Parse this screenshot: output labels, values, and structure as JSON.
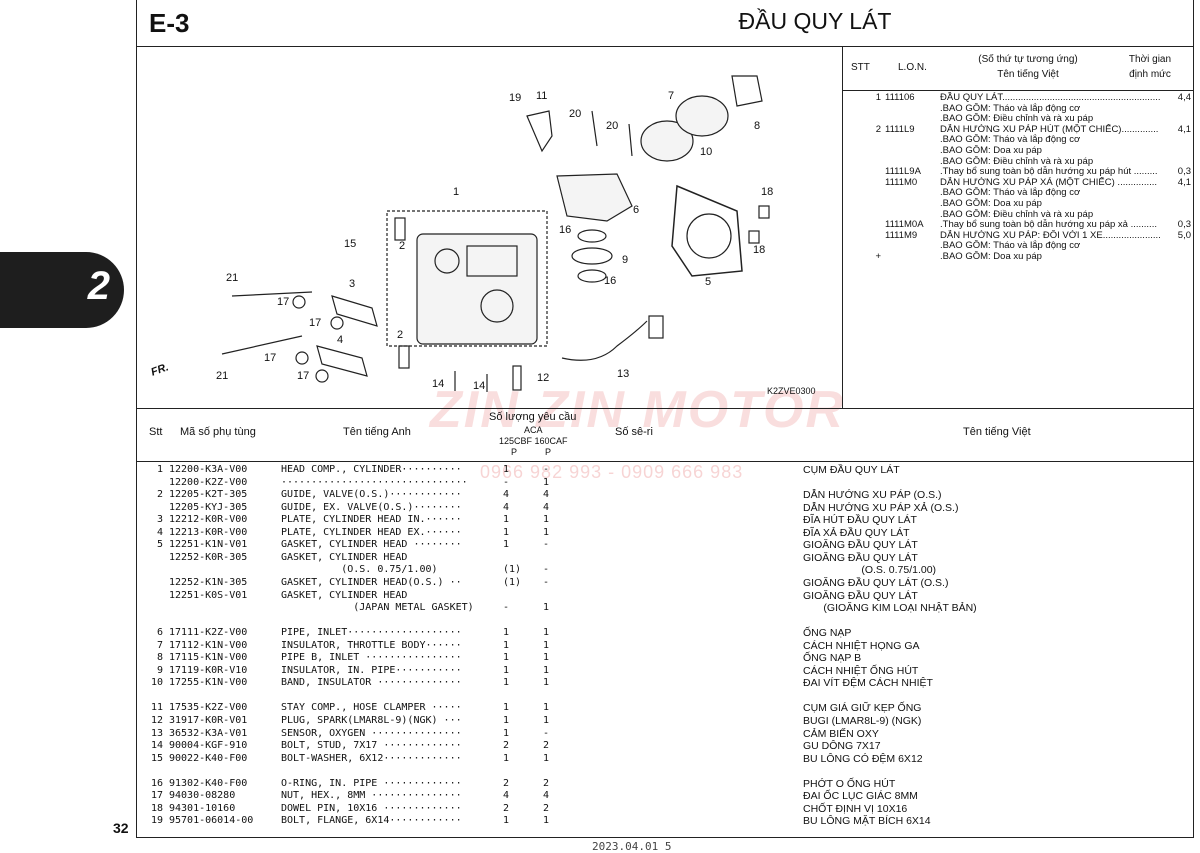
{
  "header": {
    "code": "E-3",
    "title": "ĐẦU QUY LÁT"
  },
  "chapter": "2",
  "page_number": "32",
  "footer": "2023.04.01          5",
  "watermark": {
    "brand": "ZIN ZIN MOTOR",
    "phone": "0966 982 993 - 0909 666 983"
  },
  "diagram": {
    "code": "K2ZVE0300",
    "fr": "FR.",
    "labels": [
      "19",
      "11",
      "20",
      "20",
      "7",
      "8",
      "10",
      "1",
      "6",
      "2",
      "15",
      "18",
      "16",
      "9",
      "18",
      "16",
      "5",
      "21",
      "3",
      "17",
      "17",
      "2",
      "4",
      "17",
      "21",
      "14",
      "14",
      "12",
      "13",
      "17"
    ]
  },
  "operations": {
    "headers": {
      "stt": "STT",
      "lon": "L.O.N.",
      "desc1": "(Số thứ tự tương ứng)",
      "desc2": "Tên tiếng Việt",
      "time1": "Thời gian",
      "time2": "định mức"
    },
    "rows": [
      {
        "stt": "1",
        "lon": "111106",
        "desc": "ĐẦU QUY LÁT............................................................",
        "time": "4,4"
      },
      {
        "stt": "",
        "lon": "",
        "desc": ".BAO GỒM: Tháo và lắp động cơ",
        "time": ""
      },
      {
        "stt": "",
        "lon": "",
        "desc": ".BAO GỒM: Điều chỉnh và rà xu páp",
        "time": ""
      },
      {
        "stt": "2",
        "lon": "1111L9",
        "desc": "DẪN HƯỚNG XU PÁP HÚT (MỘT CHIẾC)..............",
        "time": "4,1"
      },
      {
        "stt": "",
        "lon": "",
        "desc": ".BAO GỒM: Tháo và lắp động cơ",
        "time": ""
      },
      {
        "stt": "",
        "lon": "",
        "desc": ".BAO GỒM: Doa xu páp",
        "time": ""
      },
      {
        "stt": "",
        "lon": "",
        "desc": ".BAO GỒM: Điều chỉnh và rà xu páp",
        "time": ""
      },
      {
        "stt": "",
        "lon": "1111L9A",
        "desc": ".Thay bổ sung toàn bộ dẫn hướng xu páp hút .........",
        "time": "0,3"
      },
      {
        "stt": "",
        "lon": "1111M0",
        "desc": "DẪN HƯỚNG XU PÁP XẢ (MỘT CHIẾC) ...............",
        "time": "4,1"
      },
      {
        "stt": "",
        "lon": "",
        "desc": ".BAO GỒM: Tháo và lắp động cơ",
        "time": ""
      },
      {
        "stt": "",
        "lon": "",
        "desc": ".BAO GỒM: Doa xu páp",
        "time": ""
      },
      {
        "stt": "",
        "lon": "",
        "desc": ".BAO GỒM: Điều chỉnh và rà xu páp",
        "time": ""
      },
      {
        "stt": "",
        "lon": "1111M0A",
        "desc": ".Thay bổ sung toàn bộ dẫn hướng xu páp xả ..........",
        "time": "0,3"
      },
      {
        "stt": "",
        "lon": "1111M9",
        "desc": "DẪN HƯỚNG XU PÁP: ĐÔI VỚI 1 XE.......................",
        "time": "5,0"
      },
      {
        "stt": "",
        "lon": "",
        "desc": ".BAO GỒM: Tháo và lắp động cơ",
        "time": ""
      },
      {
        "stt": "+",
        "lon": "",
        "desc": ".BAO GỒM: Doa xu páp",
        "time": ""
      }
    ]
  },
  "parts_table": {
    "headers": {
      "stt": "Stt",
      "part_no": "Mã số phụ tùng",
      "en": "Tên tiếng Anh",
      "qty": "Số lượng yêu cầu",
      "model1": "ACA",
      "model2": "125CBF 160CAF",
      "p1": "P",
      "p2": "P",
      "serial": "Số sê-ri",
      "vn": "Tên tiếng Việt"
    },
    "rows": [
      {
        "stt": "1",
        "pn": "12200-K3A-V00",
        "en": "HEAD COMP., CYLINDER··········",
        "q1": "1",
        "q2": "-",
        "vn": "CỤM ĐẦU QUY LÁT"
      },
      {
        "stt": "",
        "pn": "12200-K2Z-V00",
        "en": "·······························",
        "q1": "-",
        "q2": "1",
        "vn": ""
      },
      {
        "stt": "2",
        "pn": "12205-K2T-305",
        "en": "GUIDE, VALVE(O.S.)············",
        "q1": "4",
        "q2": "4",
        "vn": "DẪN HƯỚNG XU PÁP (O.S.)"
      },
      {
        "stt": "",
        "pn": "12205-KYJ-305",
        "en": "GUIDE, EX. VALVE(O.S.)········",
        "q1": "4",
        "q2": "4",
        "vn": "DẪN HƯỚNG XU PÁP XẢ (O.S.)"
      },
      {
        "stt": "3",
        "pn": "12212-K0R-V00",
        "en": "PLATE, CYLINDER HEAD IN.······",
        "q1": "1",
        "q2": "1",
        "vn": "ĐĨA HÚT ĐẦU QUY LÁT"
      },
      {
        "stt": "4",
        "pn": "12213-K0R-V00",
        "en": "PLATE, CYLINDER HEAD EX.······",
        "q1": "1",
        "q2": "1",
        "vn": "ĐĨA XẢ ĐẦU QUY LÁT"
      },
      {
        "stt": "5",
        "pn": "12251-K1N-V01",
        "en": "GASKET, CYLINDER HEAD ········",
        "q1": "1",
        "q2": "-",
        "vn": "GIOĂNG ĐẦU QUY LÁT"
      },
      {
        "stt": "",
        "pn": "12252-K0R-305",
        "en": "GASKET, CYLINDER HEAD",
        "q1": "",
        "q2": "",
        "vn": "GIOĂNG ĐẦU QUY LÁT"
      },
      {
        "stt": "",
        "pn": "",
        "en": "          (O.S. 0.75/1.00)",
        "q1": "(1)",
        "q2": "-",
        "vn": "                    (O.S. 0.75/1.00)"
      },
      {
        "stt": "",
        "pn": "12252-K1N-305",
        "en": "GASKET, CYLINDER HEAD(O.S.) ··",
        "q1": "(1)",
        "q2": "-",
        "vn": "GIOĂNG ĐẦU QUY LÁT (O.S.)"
      },
      {
        "stt": "",
        "pn": "12251-K0S-V01",
        "en": "GASKET, CYLINDER HEAD",
        "q1": "",
        "q2": "",
        "vn": "GIOĂNG ĐẦU QUY LÁT"
      },
      {
        "stt": "",
        "pn": "",
        "en": "            (JAPAN METAL GASKET)",
        "q1": "-",
        "q2": "1",
        "vn": "       (GIOĂNG KIM LOẠI NHẬT BẢN)"
      },
      {
        "stt": "",
        "pn": "",
        "en": "",
        "q1": "",
        "q2": "",
        "vn": ""
      },
      {
        "stt": "6",
        "pn": "17111-K2Z-V00",
        "en": "PIPE, INLET···················",
        "q1": "1",
        "q2": "1",
        "vn": "ỐNG NẠP"
      },
      {
        "stt": "7",
        "pn": "17112-K1N-V00",
        "en": "INSULATOR, THROTTLE BODY······",
        "q1": "1",
        "q2": "1",
        "vn": "CÁCH NHIỆT HỌNG GA"
      },
      {
        "stt": "8",
        "pn": "17115-K1N-V00",
        "en": "PIPE B, INLET ················",
        "q1": "1",
        "q2": "1",
        "vn": "ỐNG NẠP B"
      },
      {
        "stt": "9",
        "pn": "17119-K0R-V10",
        "en": "INSULATOR, IN. PIPE···········",
        "q1": "1",
        "q2": "1",
        "vn": "CÁCH NHIỆT ỐNG HÚT"
      },
      {
        "stt": "10",
        "pn": "17255-K1N-V00",
        "en": "BAND, INSULATOR ··············",
        "q1": "1",
        "q2": "1",
        "vn": "ĐAI VÍT ĐỆM CÁCH NHIỆT"
      },
      {
        "stt": "",
        "pn": "",
        "en": "",
        "q1": "",
        "q2": "",
        "vn": ""
      },
      {
        "stt": "11",
        "pn": "17535-K2Z-V00",
        "en": "STAY COMP., HOSE CLAMPER ·····",
        "q1": "1",
        "q2": "1",
        "vn": "CỤM GIÁ GIỮ KẸP ỐNG"
      },
      {
        "stt": "12",
        "pn": "31917-K0R-V01",
        "en": "PLUG, SPARK(LMAR8L-9)(NGK) ···",
        "q1": "1",
        "q2": "1",
        "vn": "BUGI (LMAR8L-9) (NGK)"
      },
      {
        "stt": "13",
        "pn": "36532-K3A-V01",
        "en": "SENSOR, OXYGEN ···············",
        "q1": "1",
        "q2": "-",
        "vn": "CẢM BIẾN OXY"
      },
      {
        "stt": "14",
        "pn": "90004-KGF-910",
        "en": "BOLT, STUD, 7X17 ·············",
        "q1": "2",
        "q2": "2",
        "vn": "GU DÔNG 7X17"
      },
      {
        "stt": "15",
        "pn": "90022-K40-F00",
        "en": "BOLT-WASHER, 6X12·············",
        "q1": "1",
        "q2": "1",
        "vn": "BU LÔNG CÓ ĐỆM 6X12"
      },
      {
        "stt": "",
        "pn": "",
        "en": "",
        "q1": "",
        "q2": "",
        "vn": ""
      },
      {
        "stt": "16",
        "pn": "91302-K40-F00",
        "en": "O-RING, IN. PIPE ·············",
        "q1": "2",
        "q2": "2",
        "vn": "PHỚT O ỐNG HÚT"
      },
      {
        "stt": "17",
        "pn": "94030-08280",
        "en": "NUT, HEX., 8MM ···············",
        "q1": "4",
        "q2": "4",
        "vn": "ĐAI ỐC LỤC GIÁC 8MM"
      },
      {
        "stt": "18",
        "pn": "94301-10160",
        "en": "DOWEL PIN, 10X16 ·············",
        "q1": "2",
        "q2": "2",
        "vn": "CHỐT ĐỊNH VỊ 10X16"
      },
      {
        "stt": "19",
        "pn": "95701-06014-00",
        "en": "BOLT, FLANGE, 6X14············",
        "q1": "1",
        "q2": "1",
        "vn": "BU LÔNG MẶT BÍCH 6X14"
      }
    ]
  }
}
